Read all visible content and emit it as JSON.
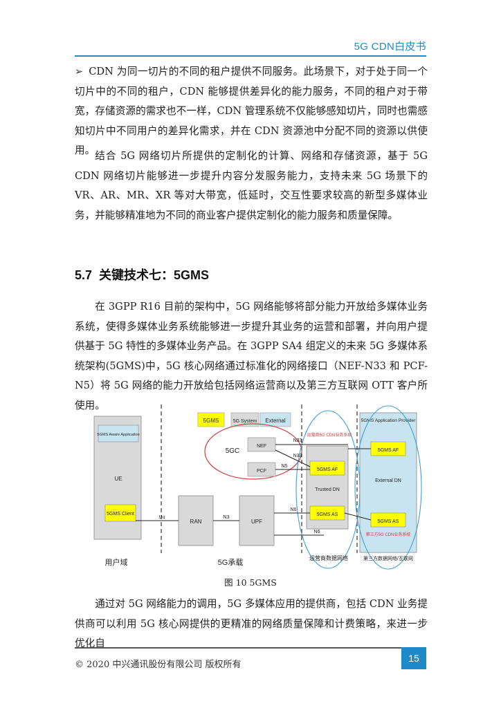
{
  "header": {
    "title": "5G CDN白皮书"
  },
  "body": {
    "bullet_paragraph": "CDN 为同一切片的不同的租户提供不同服务。此场景下，对于处于同一个切片中的不同的租户，CDN 能够提供差异化的能力服务，不同的租户对于带宽，存储资源的需求也不一样，CDN 管理系统不仅能够感知切片，同时也需感知切片中不同用户的差异化需求，并在 CDN 资源池中分配不同的资源以供使用。",
    "paragraph_2": "结合 5G 网络切片所提供的定制化的计算、网络和存储资源，基于 5G CDN 网络切片能够进一步提升内容分发服务能力，支持未来 5G 场景下的 VR、AR、MR、XR 等对大带宽，低延时，交互性要求较高的新型多媒体业务，并能够精准地为不同的商业客户提供定制化的能力服务和质量保障。",
    "section_number": "5.7",
    "section_title": "关键技术七：5GMS",
    "paragraph_3": "在 3GPP R16 目前的架构中，5G 网络能够将部分能力开放给多媒体业务系统，使得多媒体业务系统能够进一步提升其业务的运营和部署，并向用户提供基于 5G 特性的多媒体业务产品。在 3GPP SA4 组定义的未来 5G 多媒体系统架构(5GMS)中，5G 核心网络通过标准化的网络接口（NEF-N33 和 PCF-N5）将 5G 网络的能力开放给包括网络运营商以及第三方互联网 OTT 客户所使用。",
    "paragraph_4": "通过对 5G 网络能力的调用，5G 多媒体应用的提供商，包括 CDN 业务提供商可以利用 5G 核心网提供的更精准的网络质量保障和计费策略，来进一步优化自"
  },
  "figure": {
    "caption": "图 10 5GMS",
    "legend": [
      "5GMS",
      "5G System",
      "External"
    ],
    "ue_domain": {
      "app": "5GMS Aware Application",
      "ue": "UE",
      "client": "5GMS Client"
    },
    "nodes": {
      "core": "5GC",
      "nef": "NEF",
      "pcf": "PCF",
      "ran": "RAN",
      "upf": "UPF",
      "af_trusted": "5GMS AF",
      "as_trusted": "5GMS AS",
      "trusted_dn": "Trusted DN",
      "provider": "5GMS Application Provider",
      "af_external": "5GMS AF",
      "external_dn": "External DN",
      "as_external": "5GMS AS"
    },
    "interfaces": [
      "Uu",
      "N3",
      "N6",
      "N6",
      "N33",
      "N33",
      "N5"
    ],
    "annotations": {
      "operator_cdn": "运营商5G CDN业务系统",
      "third_party_cdn": "第三方5G CDN业务系统"
    },
    "zones": [
      "用户域",
      "5G承载",
      "运营商数据网络",
      "第三方数据网络/互联网"
    ]
  },
  "footer": {
    "copyright": "© 2020  中兴通讯股份有限公司  版权所有",
    "page_number": "15"
  },
  "colors": {
    "accent": "#1d8bc8",
    "highlight": "#ffff00",
    "ellipse_red": "#d23c3c",
    "ellipse_blue": "#3c9fd6"
  }
}
